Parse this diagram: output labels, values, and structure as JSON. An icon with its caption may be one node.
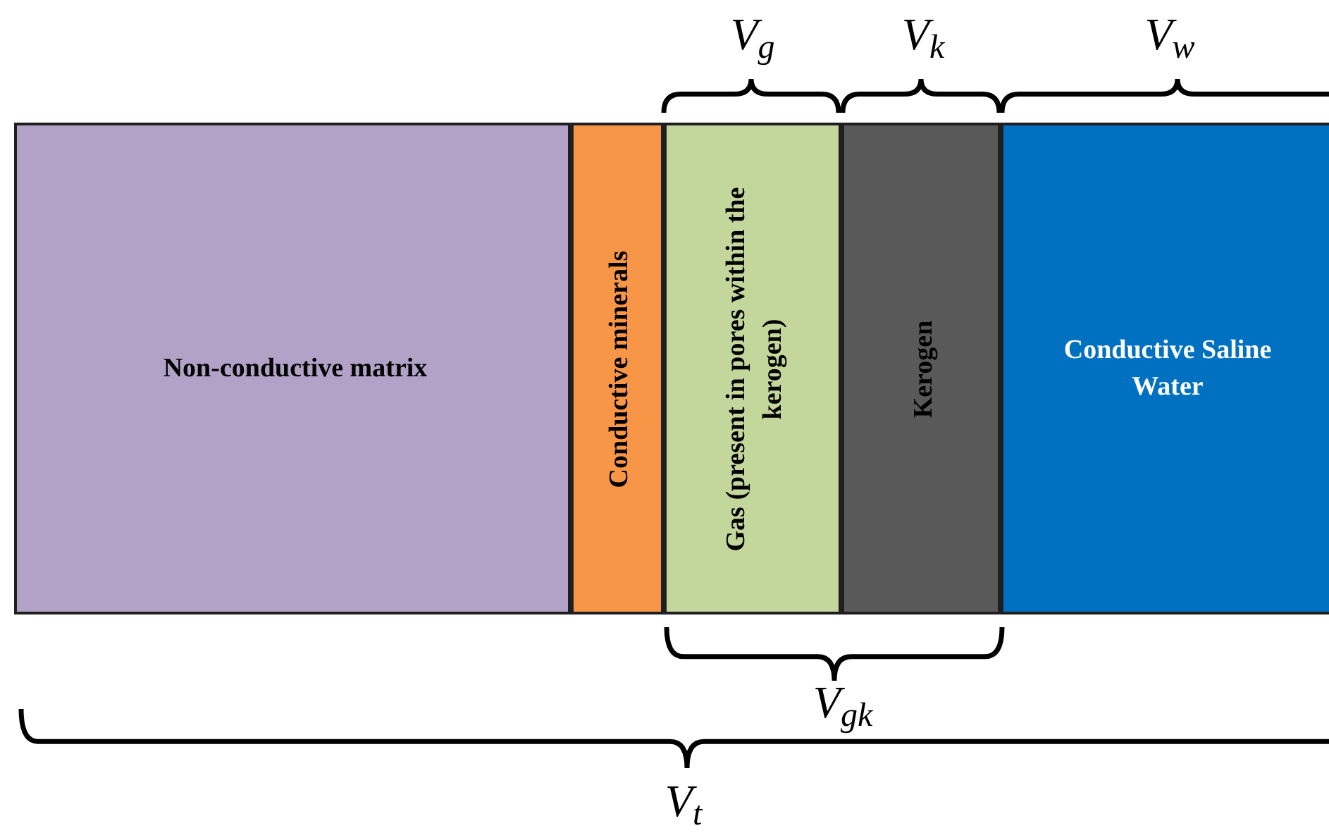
{
  "diagram": {
    "nodes": [
      {
        "text": [
          "Non-conductive matrix"
        ]
      },
      {
        "text": [
          "Conductive minerals"
        ]
      },
      {
        "text": [
          "Gas (present in pores within the kerogen)"
        ]
      },
      {
        "text": [
          "Kerogen"
        ]
      },
      {
        "text": [
          "Conductive Saline Water"
        ]
      }
    ],
    "labels": [
      "V$_{g}$",
      "V$_{k}$",
      "V$_{w}$",
      "V$_{gk}$",
      "V$_{t}$"
    ]
  }
}
